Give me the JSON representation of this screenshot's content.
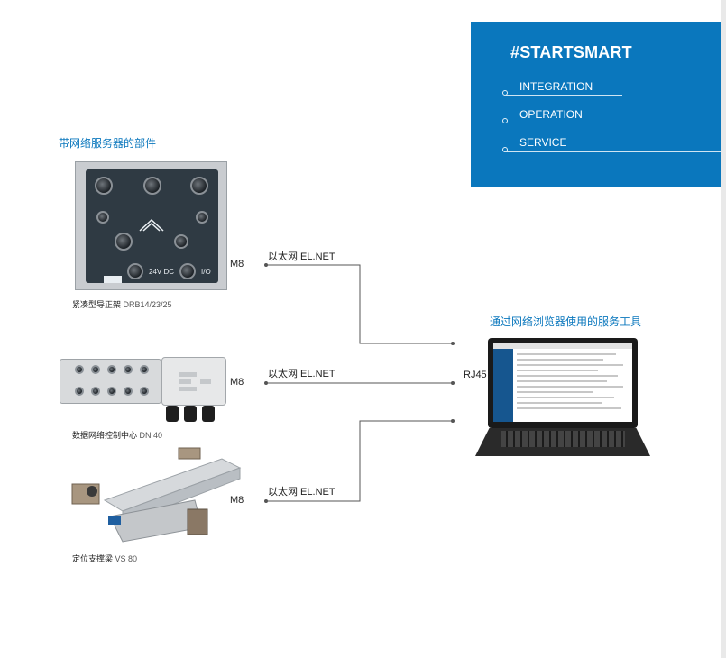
{
  "brand": {
    "title": "#STARTSMART",
    "items": [
      "INTEGRATION",
      "OPERATION",
      "SERVICE"
    ],
    "color": "#0a77bd"
  },
  "left_heading": "带网络服务器的部件",
  "right_heading": "通过网络浏览器使用的服务工具",
  "devices": [
    {
      "caption": "紧凑型导正架",
      "model": "DRB14/23/25",
      "port": "M8",
      "link": "以太网 EL.NET"
    },
    {
      "caption": "数据网络控制中心",
      "model": "DN 40",
      "port": "M8",
      "link": "以太网 EL.NET"
    },
    {
      "caption": "定位支撑梁",
      "model": "VS 80",
      "port": "M8",
      "link": "以太网 EL.NET"
    }
  ],
  "laptop_port": "RJ45",
  "device1_marks": [
    "24V DC",
    "I/O"
  ],
  "icons": [
    "network-icon",
    "connector-icon",
    "laptop-icon",
    "logo-icon"
  ]
}
